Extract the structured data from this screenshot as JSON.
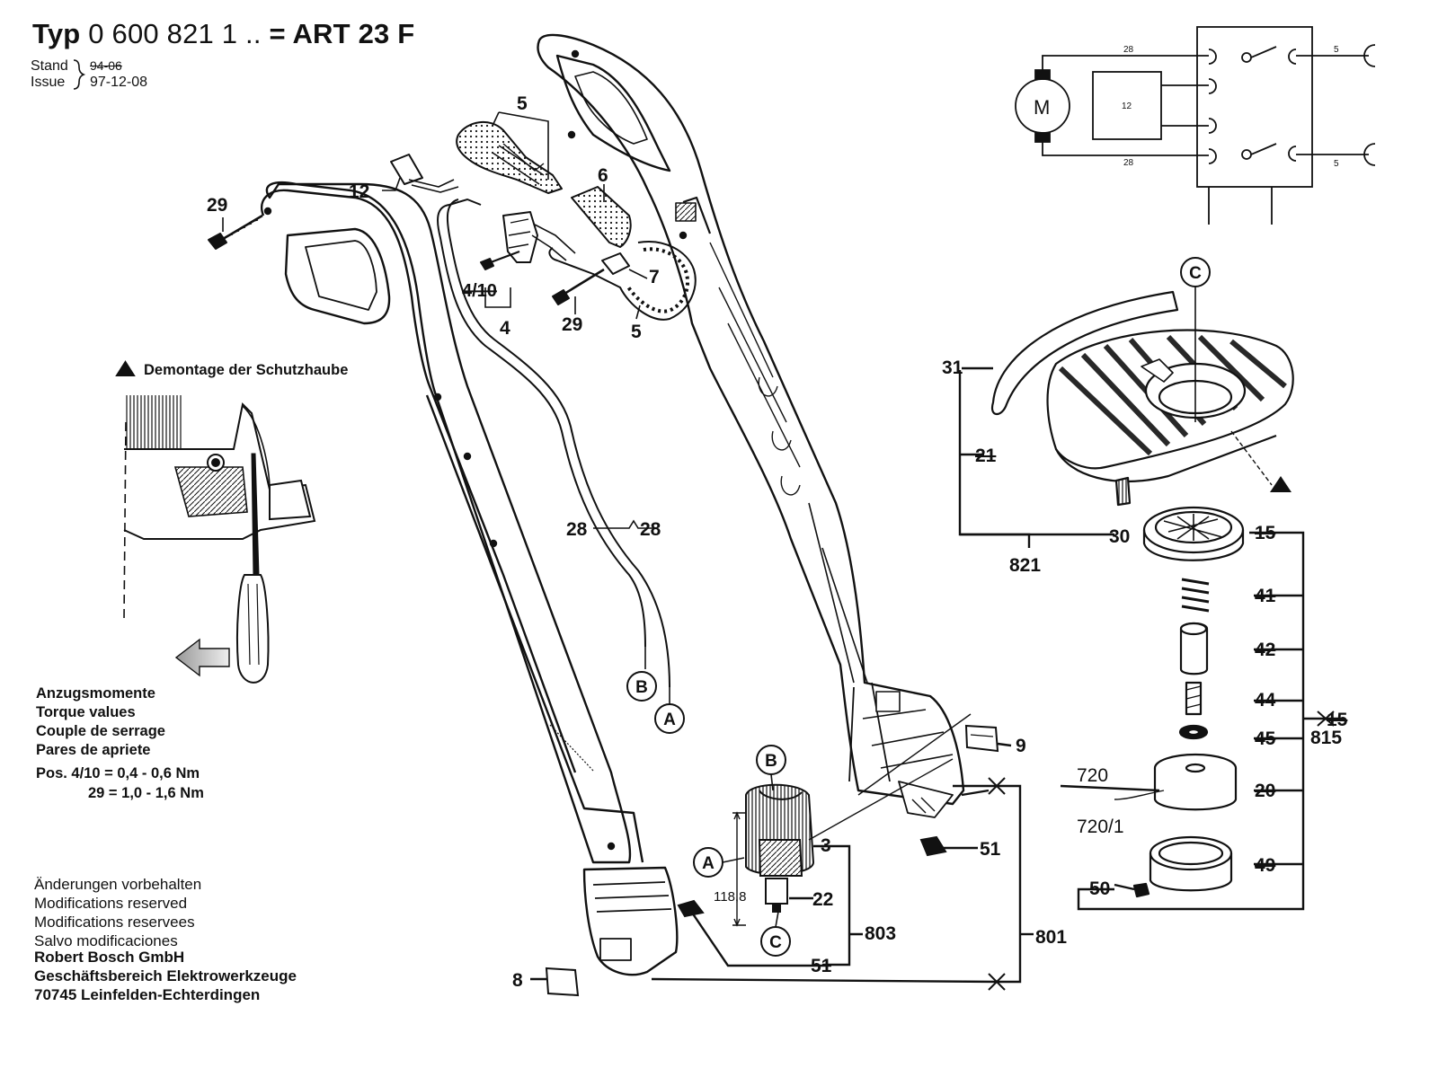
{
  "header": {
    "title_prefix": "Typ",
    "title_number": "0 600 821 1 ..",
    "title_suffix": "= ART 23 F",
    "stand_label": "Stand",
    "stand_date": "94-06",
    "issue_label": "Issue",
    "issue_date": "97-12-08"
  },
  "instructions": {
    "disassembly": "Demontage der Schutzhaube"
  },
  "torque": {
    "heading_de": "Anzugsmomente",
    "heading_en": "Torque values",
    "heading_fr": "Couple de serrage",
    "heading_es": "Pares de apriete",
    "line1": "Pos. 4/10 = 0,4 - 0,6 Nm",
    "line2": "29 = 1,0 - 1,6 Nm"
  },
  "footer": {
    "mod_de": "Änderungen vorbehalten",
    "mod_en": "Modifications reserved",
    "mod_fr": "Modifications reservees",
    "mod_es": "Salvo modificaciones",
    "company": "Robert Bosch GmbH",
    "division": "Geschäftsbereich Elektrowerkzeuge",
    "address": "70745 Leinfelden-Echterdingen"
  },
  "schematic": {
    "motor": "M",
    "module": "12",
    "wire_top": "28",
    "wire_bottom": "28",
    "terminal_top": "5",
    "terminal_bottom": "5"
  },
  "callouts": {
    "p29a": "29",
    "p12": "12",
    "p5a": "5",
    "p6": "6",
    "p7": "7",
    "p410": "4/10",
    "p4": "4",
    "p29b": "29",
    "p5b": "5",
    "p28a": "28",
    "p28b": "28",
    "refB1": "B",
    "refA1": "A",
    "refB2": "B",
    "refA2": "A",
    "refC1": "C",
    "refC2": "C",
    "p3": "3",
    "p22": "22",
    "p803": "803",
    "p51a": "51",
    "p51b": "51",
    "p801": "801",
    "p9": "9",
    "p8": "8",
    "dim": "118,8",
    "p31": "31",
    "p21": "21",
    "p30": "30",
    "p821": "821",
    "p15a": "15",
    "p15b": "15",
    "p41": "41",
    "p42": "42",
    "p44": "44",
    "p45": "45",
    "p815": "815",
    "p720": "720",
    "p7201": "720/1",
    "p20": "20",
    "p49": "49",
    "p50": "50"
  }
}
